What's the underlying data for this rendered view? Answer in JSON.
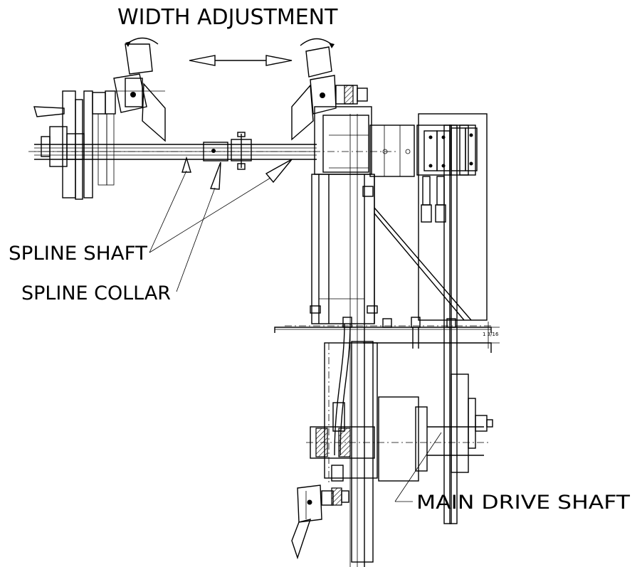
{
  "labels": {
    "width_adjustment": "WIDTH ADJUSTMENT",
    "spline_shaft": "SPLINE SHAFT",
    "spline_collar": "SPLINE COLLAR",
    "main_drive_shaft": "MAIN DRIVE SHAFT",
    "dimension": "1 3/16"
  }
}
